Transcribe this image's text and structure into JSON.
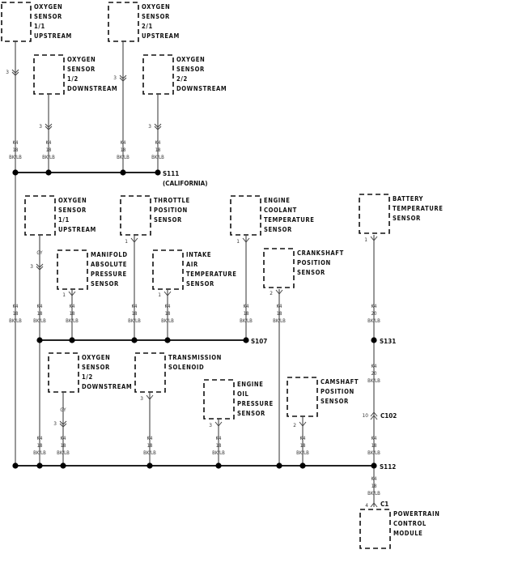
{
  "diagram": {
    "wire_code": "K4",
    "wire_color": "BK/LB",
    "components": [
      {
        "id": "o2-11-up-a",
        "lines": [
          "OXYGEN",
          "SENSOR",
          "1/1",
          "UPSTREAM"
        ],
        "pin": "3",
        "connector": "double"
      },
      {
        "id": "o2-21-up",
        "lines": [
          "OXYGEN",
          "SENSOR",
          "2/1",
          "UPSTREAM"
        ],
        "pin": "3",
        "connector": "double"
      },
      {
        "id": "o2-12-down-a",
        "lines": [
          "OXYGEN",
          "SENSOR",
          "1/2",
          "DOWNSTREAM"
        ],
        "pin": "3",
        "connector": "double"
      },
      {
        "id": "o2-22-down",
        "lines": [
          "OXYGEN",
          "SENSOR",
          "2/2",
          "DOWNSTREAM"
        ],
        "pin": "3",
        "connector": "double"
      },
      {
        "id": "o2-11-up-b",
        "lines": [
          "OXYGEN",
          "SENSOR",
          "1/1",
          "UPSTREAM"
        ],
        "pin": "3",
        "connector": "double",
        "extra_wire": "GY"
      },
      {
        "id": "tps",
        "lines": [
          "THROTTLE",
          "POSITION",
          "SENSOR"
        ],
        "pin": "1",
        "connector": "single"
      },
      {
        "id": "ect",
        "lines": [
          "ENGINE",
          "COOLANT",
          "TEMPERATURE",
          "SENSOR"
        ],
        "pin": "1",
        "connector": "single"
      },
      {
        "id": "batt-temp",
        "lines": [
          "BATTERY",
          "TEMPERATURE",
          "SENSOR"
        ],
        "pin": "1",
        "connector": "single"
      },
      {
        "id": "map",
        "lines": [
          "MANIFOLD",
          "ABSOLUTE",
          "PRESSURE",
          "SENSOR"
        ],
        "pin": "1",
        "connector": "single"
      },
      {
        "id": "iat",
        "lines": [
          "INTAKE",
          "AIR",
          "TEMPERATURE",
          "SENSOR"
        ],
        "pin": "1",
        "connector": "single"
      },
      {
        "id": "ckp",
        "lines": [
          "CRANKSHAFT",
          "POSITION",
          "SENSOR"
        ],
        "pin": "2",
        "connector": "single"
      },
      {
        "id": "o2-12-down-b",
        "lines": [
          "OXYGEN",
          "SENSOR",
          "1/2",
          "DOWNSTREAM"
        ],
        "pin": "3",
        "connector": "double",
        "extra_wire": "GY"
      },
      {
        "id": "trans-sol",
        "lines": [
          "TRANSMISSION",
          "SOLENOID"
        ],
        "pin": "3",
        "connector": "single"
      },
      {
        "id": "eop",
        "lines": [
          "ENGINE",
          "OIL",
          "PRESSURE",
          "SENSOR"
        ],
        "pin": "3",
        "connector": "single"
      },
      {
        "id": "cmp",
        "lines": [
          "CAMSHAFT",
          "POSITION",
          "SENSOR"
        ],
        "pin": "2",
        "connector": "single"
      },
      {
        "id": "pcm",
        "lines": [
          "POWERTRAIN",
          "CONTROL",
          "MODULE"
        ],
        "pin": "4",
        "connector": "C1"
      }
    ],
    "splices": [
      {
        "id": "S111",
        "label": "S111",
        "note": "(CALIFORNIA)"
      },
      {
        "id": "S107",
        "label": "S107"
      },
      {
        "id": "S131",
        "label": "S131"
      },
      {
        "id": "S112",
        "label": "S112"
      }
    ],
    "inline_connector": {
      "label": "C102",
      "pin": "10"
    },
    "gauge_18": "18",
    "gauge_20": "20",
    "gy": "GY"
  }
}
